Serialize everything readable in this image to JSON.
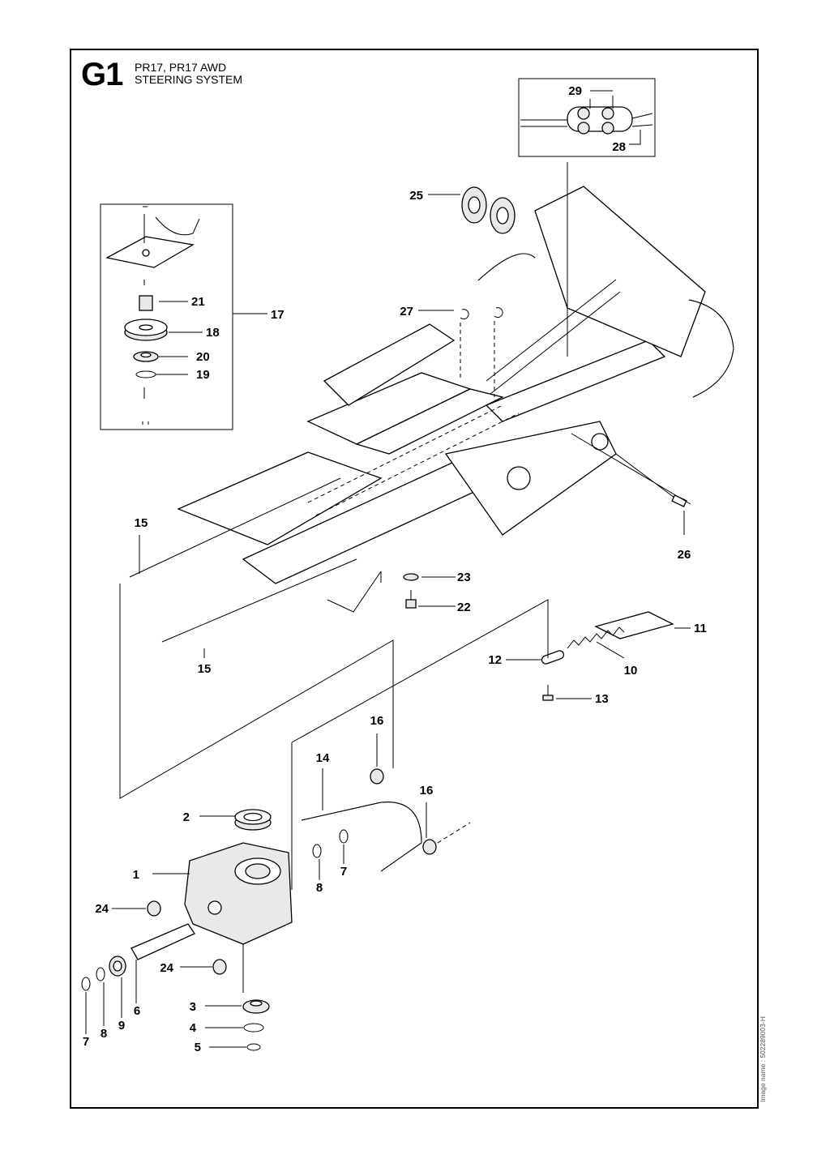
{
  "header": {
    "code": "G1",
    "models": "PR17, PR17 AWD",
    "section": "STEERING SYSTEM"
  },
  "image_name": "Image name : 502289003-H",
  "callouts": {
    "c1": "1",
    "c2": "2",
    "c3": "3",
    "c4": "4",
    "c5": "5",
    "c6": "6",
    "c7a": "7",
    "c7b": "7",
    "c8a": "8",
    "c8b": "8",
    "c9": "9",
    "c10": "10",
    "c11": "11",
    "c12": "12",
    "c13": "13",
    "c14": "14",
    "c15a": "15",
    "c15b": "15",
    "c16a": "16",
    "c16b": "16",
    "c17": "17",
    "c18": "18",
    "c19": "19",
    "c20": "20",
    "c21": "21",
    "c22": "22",
    "c23": "23",
    "c24a": "24",
    "c24b": "24",
    "c25": "25",
    "c26": "26",
    "c27": "27",
    "c28": "28",
    "c29": "29"
  }
}
